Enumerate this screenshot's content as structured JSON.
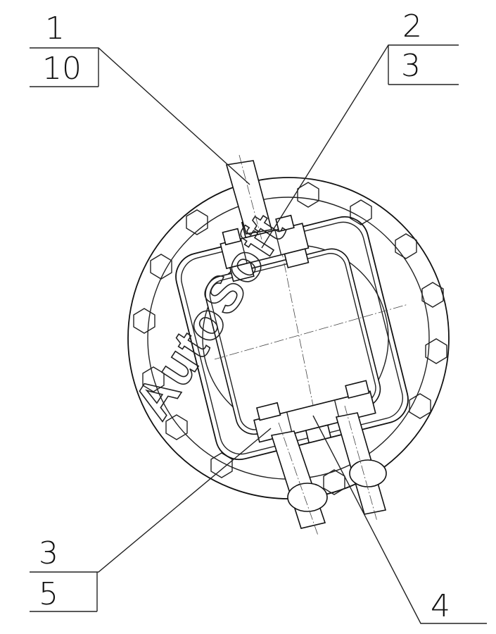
{
  "callouts": [
    {
      "id": "c1",
      "top": "1",
      "bottom": "10"
    },
    {
      "id": "c2",
      "top": "2",
      "bottom": "3"
    },
    {
      "id": "c3",
      "top": "3",
      "bottom": "5"
    },
    {
      "id": "c4",
      "top": "4",
      "bottom": ""
    }
  ],
  "watermark": "AutoSoft"
}
